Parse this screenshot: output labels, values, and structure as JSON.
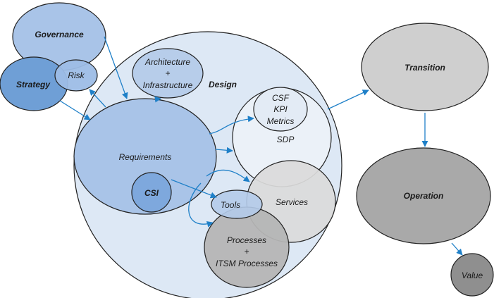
{
  "nodes": {
    "governance": "Governance",
    "strategy": "Strategy",
    "risk": "Risk",
    "architecture_line1": "Architecture",
    "architecture_plus": "+",
    "architecture_line2": "Infrastructure",
    "design": "Design",
    "csf": "CSF",
    "kpi": "KPI",
    "metrics": "Metrics",
    "sdp": "SDP",
    "requirements": "Requirements",
    "csi": "CSI",
    "tools": "Tools",
    "services": "Services",
    "processes_line1": "Processes",
    "processes_plus": "+",
    "processes_line2": "ITSM Processes",
    "transition": "Transition",
    "operation": "Operation",
    "value": "Value"
  },
  "colors": {
    "governance_fill": "#a9c4e8",
    "strategy_fill": "#6f9fd6",
    "risk_fill": "#9dbde6",
    "design_fill": "#dde8f5",
    "architecture_fill": "#b7cdea",
    "requirements_fill": "#a9c4e8",
    "csi_fill": "#7ea8dd",
    "sdp_fill": "#ebf1f8",
    "csf_fill": "#e3ebf5",
    "tools_fill": "#b4cbea",
    "services_fill": "#dadada",
    "processes_fill": "#b5b5b5",
    "transition_fill": "#cfcfcf",
    "operation_fill": "#a9a9a9",
    "value_fill": "#8f8f8f",
    "connector": "#1f80c8"
  }
}
